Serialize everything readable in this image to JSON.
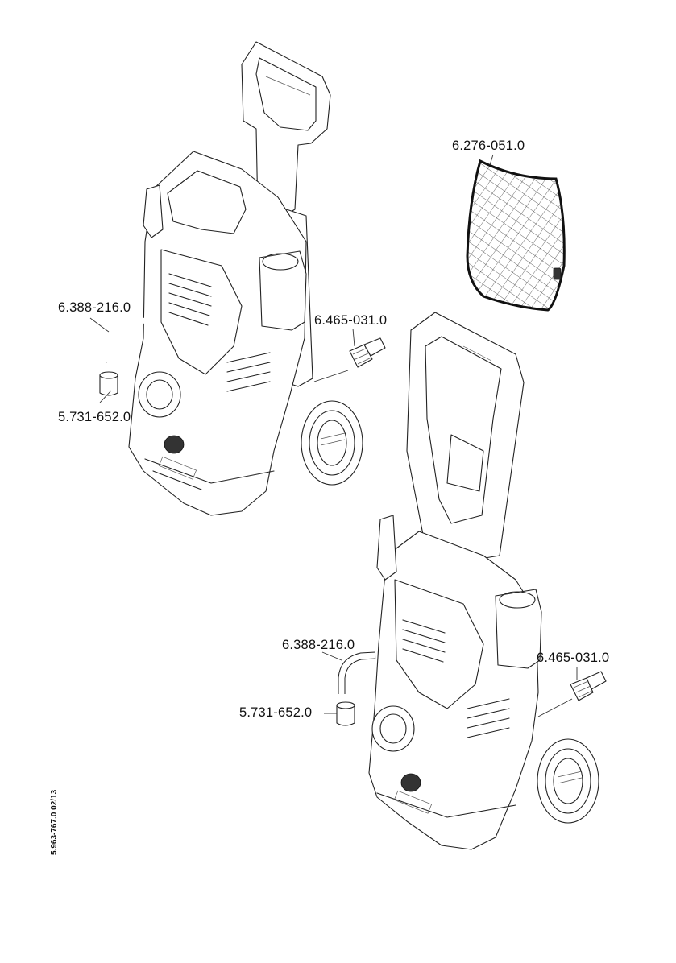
{
  "doc_number": "5.963-767.0  02/13",
  "parts": {
    "top_unit": {
      "hose": "6.388-216.0",
      "cap": "5.731-652.0",
      "adapter": "6.465-031.0"
    },
    "filter": "6.276-051.0",
    "bottom_unit": {
      "hose": "6.388-216.0",
      "cap": "5.731-652.0",
      "adapter": "6.465-031.0"
    }
  }
}
